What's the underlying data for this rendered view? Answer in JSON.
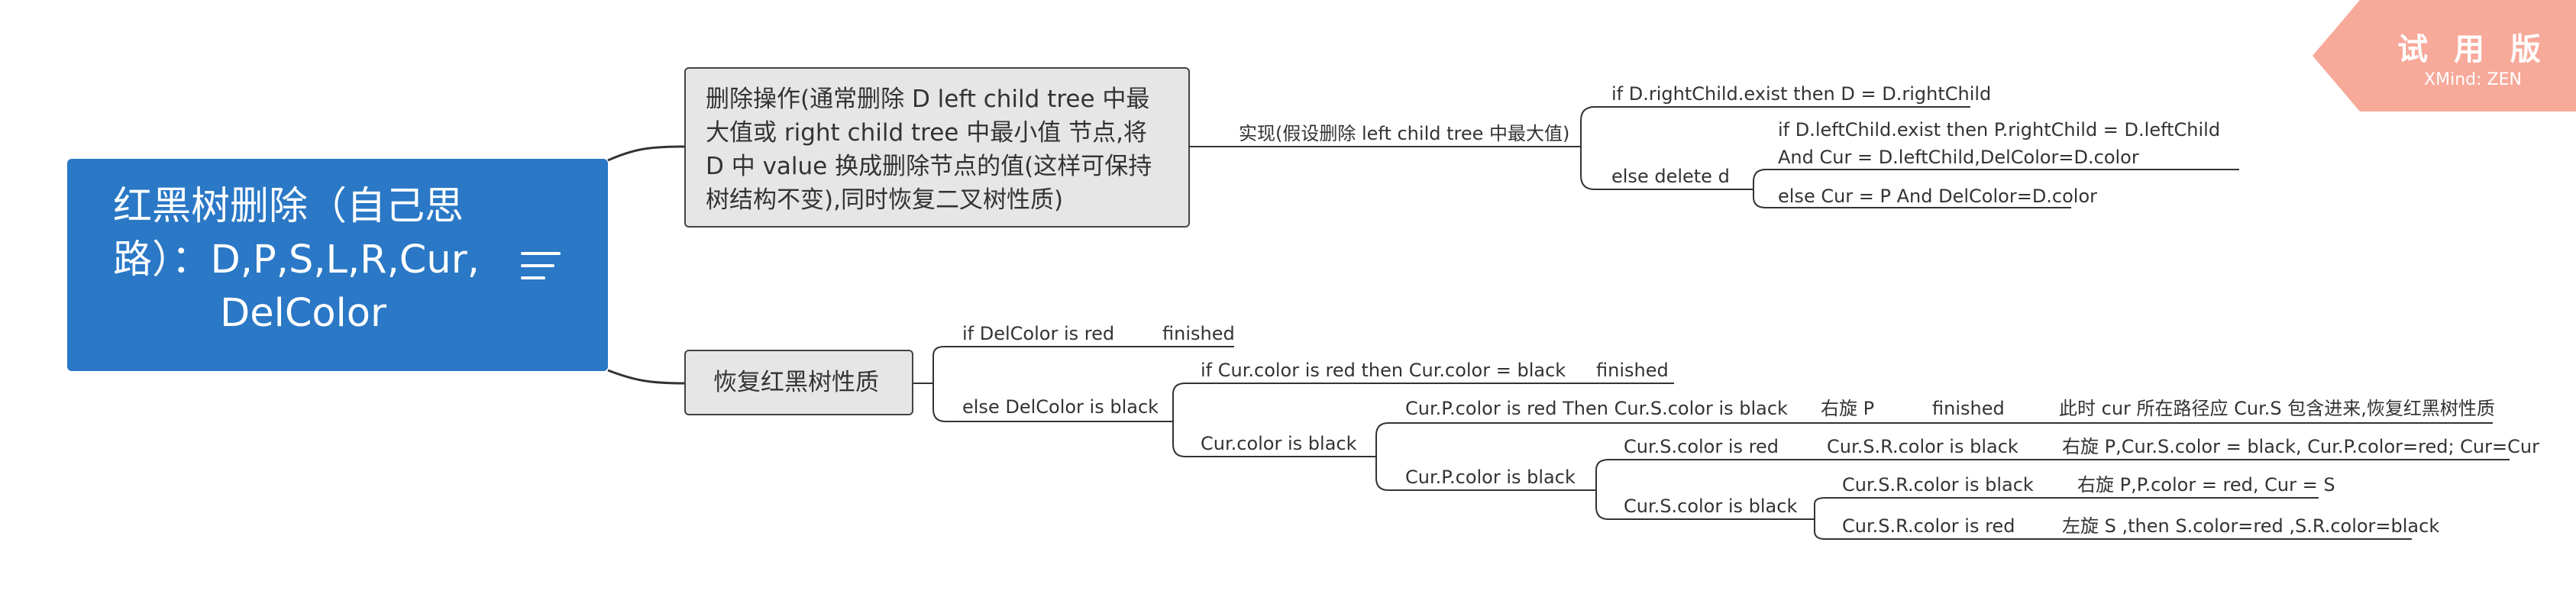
{
  "root": {
    "line1": "红黑树删除（自己思",
    "line2": "路）：D,P,S,L,R,Cur,",
    "line3": "DelColor"
  },
  "main1": {
    "text": "删除操作(通常删除 D left child tree 中最大值或 right child tree 中最小值 节点,将 D 中 value 换成删除节点的值(这样可保持树结构不变),同时恢复二叉树性质)",
    "impl": "实现(假设删除 left child tree 中最大值)",
    "if_right": "if  D.rightChild.exist then D = D.rightChild",
    "else_delete": "else delete d",
    "if_left": "if D.leftChild.exist then P.rightChild = D.leftChild And Cur = D.leftChild,DelColor=D.color",
    "else_cur": "else Cur = P And DelColor=D.color"
  },
  "main2": {
    "text": "恢复红黑树性质",
    "if_red": "if DelColor is red",
    "finished_a": "finished",
    "else_black": "else DelColor is black",
    "cur_red": "if Cur.color is red then Cur.color = black",
    "finished_b": "finished",
    "cur_black": "Cur.color is black",
    "p_red": "Cur.P.color is red Then Cur.S.color is black",
    "rotate_p": "右旋 P",
    "finished_c": "finished",
    "note_c": "此时 cur 所在路径应 Cur.S 包含进来,恢复红黑树性质",
    "p_black": "Cur.P.color is black",
    "s_red": "Cur.S.color is red",
    "sr_black_1": "Cur.S.R.color is black",
    "rotate_1": "右旋 P,Cur.S.color = black, Cur.P.color=red; Cur=Cur",
    "s_black": "Cur.S.color is black",
    "sr_black_2": "Cur.S.R.color is black",
    "rotate_2": "右旋 P,P.color = red, Cur = S",
    "sr_red": "Cur.S.R.color is red",
    "rotate_3": "左旋 S ,then S.color=red ,S.R.color=black"
  },
  "watermark": {
    "title": "试 用 版",
    "brand": "XMind: ZEN"
  },
  "colors": {
    "root_bg": "#2a78c6",
    "box_bg": "#e6e6e6",
    "line": "#333333",
    "watermark": "#f7a99a"
  },
  "icons": [
    "notes-icon"
  ]
}
